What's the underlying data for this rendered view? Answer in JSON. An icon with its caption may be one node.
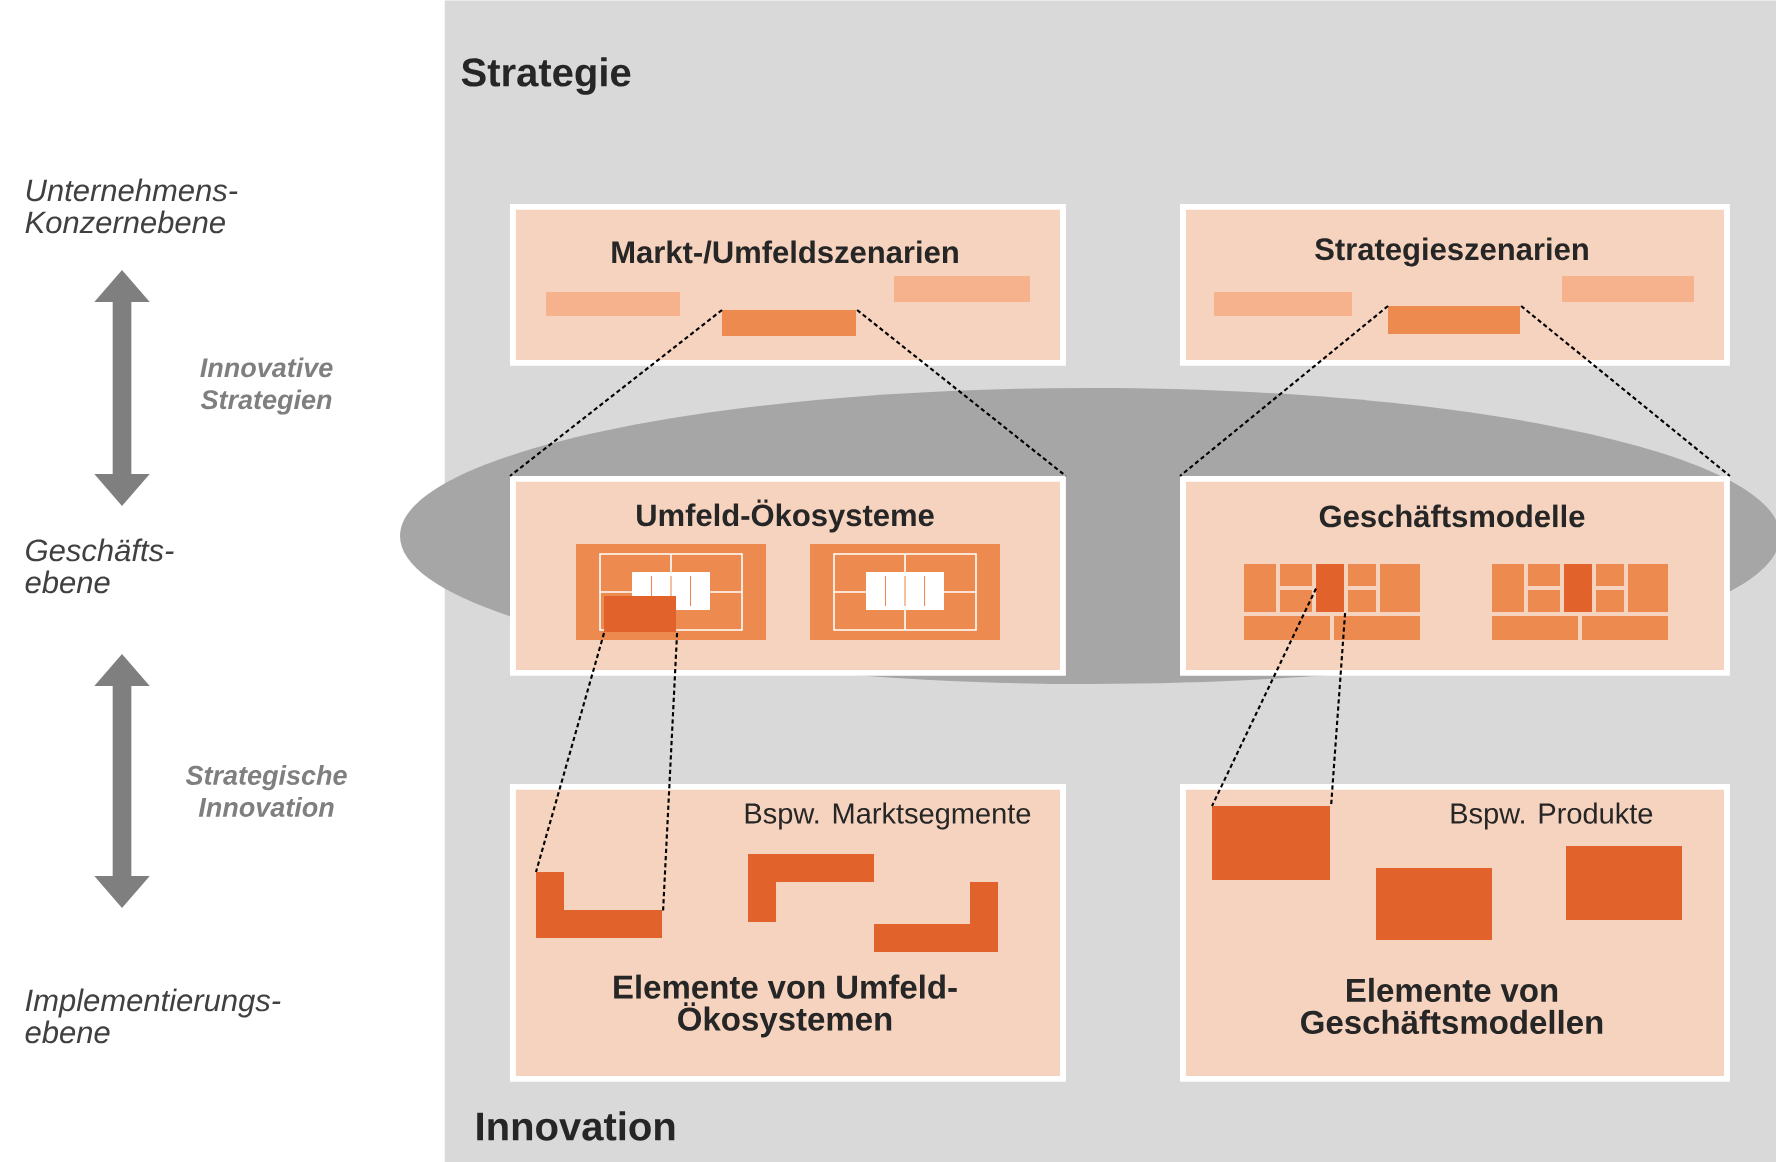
{
  "diagram": {
    "nodes": [
      {
        "text": [
          "Strategie",
          "Innovation"
        ]
      },
      {
        "text": [
          "Markt-/Umfeldszenarien"
        ],
        "in": 0
      },
      {
        "text": [
          "Strategieszenarien"
        ],
        "in": 0
      },
      {
        "text": [
          "Umfeld-Ökosysteme"
        ],
        "in": 0
      },
      {
        "text": [
          "Geschäftsmodelle"
        ],
        "in": 0
      },
      {
        "text": [
          "Bspw. Marktsegmente",
          "Elemente von Umfeld-Ökosystemen"
        ],
        "in": 0
      },
      {
        "text": [
          "Bspw. Produkte",
          "Elemente von Geschäftsmodellen"
        ],
        "in": 0
      },
      {
        "text": [],
        "shape": "bar",
        "in": 1
      },
      {
        "text": [],
        "shape": "bar",
        "in": 2
      },
      {
        "text": [],
        "shape": "box",
        "in": 3
      },
      {
        "text": [],
        "shape": "box",
        "in": 5
      },
      {
        "text": [],
        "shape": "box",
        "in": 4
      },
      {
        "text": [],
        "shape": "box",
        "in": 6
      },
      {
        "text": [
          "Unternehmens- Konzernebene"
        ]
      },
      {
        "text": [
          "Geschäfts- ebene"
        ]
      },
      {
        "text": [
          "Implementierungs- ebene"
        ]
      },
      {
        "text": [],
        "shape": "box",
        "in": 5
      },
      {
        "text": [],
        "shape": "box",
        "in": 5
      },
      {
        "text": [],
        "shape": "box",
        "in": 6
      },
      {
        "text": [],
        "shape": "box",
        "in": 6
      }
    ],
    "edges": [
      {
        "from": 7,
        "to": 3,
        "arrow": "none",
        "style": "dashed"
      },
      {
        "from": 7,
        "to": 3,
        "arrow": "none",
        "style": "dashed"
      },
      {
        "from": 8,
        "to": 4,
        "arrow": "none",
        "style": "dashed"
      },
      {
        "from": 8,
        "to": 4,
        "arrow": "none",
        "style": "dashed"
      },
      {
        "from": 9,
        "to": 10,
        "arrow": "none",
        "style": "dashed"
      },
      {
        "from": 9,
        "to": 10,
        "arrow": "none",
        "style": "dashed"
      },
      {
        "from": 11,
        "to": 12,
        "arrow": "none",
        "style": "dashed"
      },
      {
        "from": 11,
        "to": 12,
        "arrow": "none",
        "style": "dashed"
      },
      {
        "from": 13,
        "to": 14,
        "arrow": "both",
        "style": "thick",
        "color": "#7f7f7f",
        "label": "Innovative Strategien"
      },
      {
        "from": 14,
        "to": 15,
        "arrow": "both",
        "style": "thick",
        "color": "#7f7f7f",
        "label": "Strategische Innovation"
      }
    ]
  }
}
